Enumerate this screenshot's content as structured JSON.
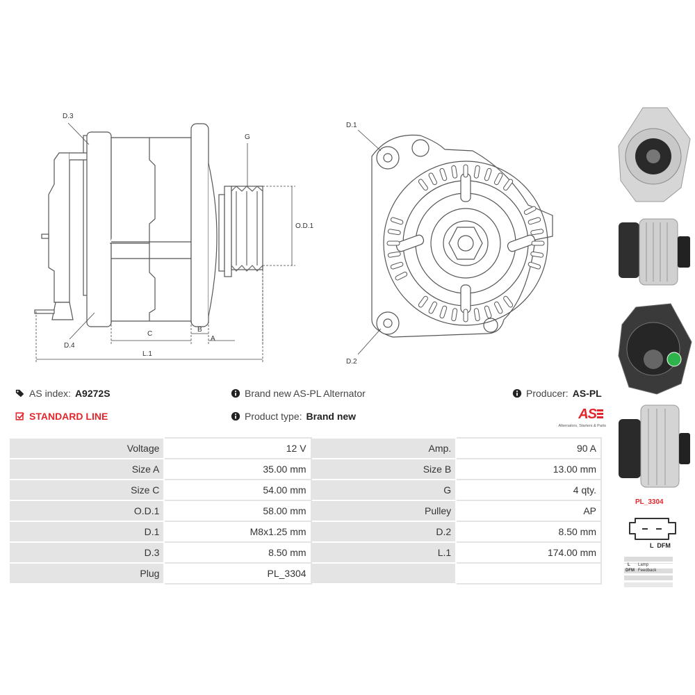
{
  "header": {
    "as_index_label": "AS index:",
    "as_index_value": "A9272S",
    "line_label": "STANDARD LINE",
    "brand_text": "Brand new AS-PL Alternator",
    "product_type_label": "Product type:",
    "product_type_value": "Brand new",
    "producer_label": "Producer:",
    "producer_value": "AS-PL",
    "logo_text": "AS",
    "logo_tagline": "Alternators, Starters & Parts"
  },
  "drawing_labels": {
    "d3": "D.3",
    "d4": "D.4",
    "g": "G",
    "od1": "O.D.1",
    "c": "C",
    "b": "B",
    "a": "A",
    "l1": "L.1",
    "d1": "D.1",
    "d2": "D.2"
  },
  "specs": [
    {
      "label": "Voltage",
      "value": "12 V",
      "label2": "Amp.",
      "value2": "90 A"
    },
    {
      "label": "Size A",
      "value": "35.00 mm",
      "label2": "Size B",
      "value2": "13.00 mm"
    },
    {
      "label": "Size C",
      "value": "54.00 mm",
      "label2": "G",
      "value2": "4 qty."
    },
    {
      "label": "O.D.1",
      "value": "58.00 mm",
      "label2": "Pulley",
      "value2": "AP"
    },
    {
      "label": "D.1",
      "value": "M8x1.25 mm",
      "label2": "D.2",
      "value2": "8.50 mm"
    },
    {
      "label": "D.3",
      "value": "8.50 mm",
      "label2": "L.1",
      "value2": "174.00 mm"
    },
    {
      "label": "Plug",
      "value": "PL_3304",
      "label2": "",
      "value2": ""
    }
  ],
  "plug": {
    "code": "PL_3304",
    "pins": "L  DFM",
    "legend": [
      {
        "key": "L",
        "desc": "Lamp"
      },
      {
        "key": "DFM",
        "desc": "Feedback"
      }
    ]
  },
  "colors": {
    "accent_red": "#e3262b",
    "label_bg": "#e4e4e4"
  }
}
